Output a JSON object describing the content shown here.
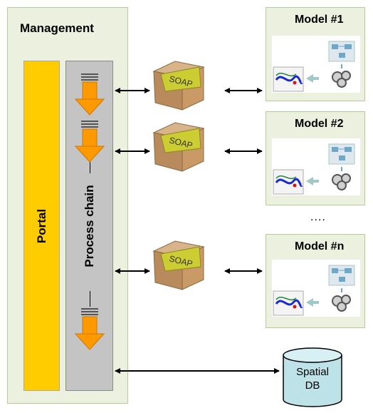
{
  "management": {
    "title": "Management"
  },
  "portal": {
    "label": "Portal"
  },
  "process_chain": {
    "label": "Process chain"
  },
  "soap": {
    "label": "SOAP"
  },
  "models": [
    {
      "title": "Model #1"
    },
    {
      "title": "Model #2"
    },
    {
      "title": "Model #n"
    }
  ],
  "ellipsis": "....",
  "database": {
    "line1": "Spatial",
    "line2": "DB"
  },
  "colors": {
    "panel": "#ebf1de",
    "portal": "#ffcc00",
    "process_chain": "#c4c4c4",
    "arrow_down": "#ff9900",
    "box": "#b98a5c",
    "soap_label": "#cccc33",
    "database": "#bde3e8"
  }
}
